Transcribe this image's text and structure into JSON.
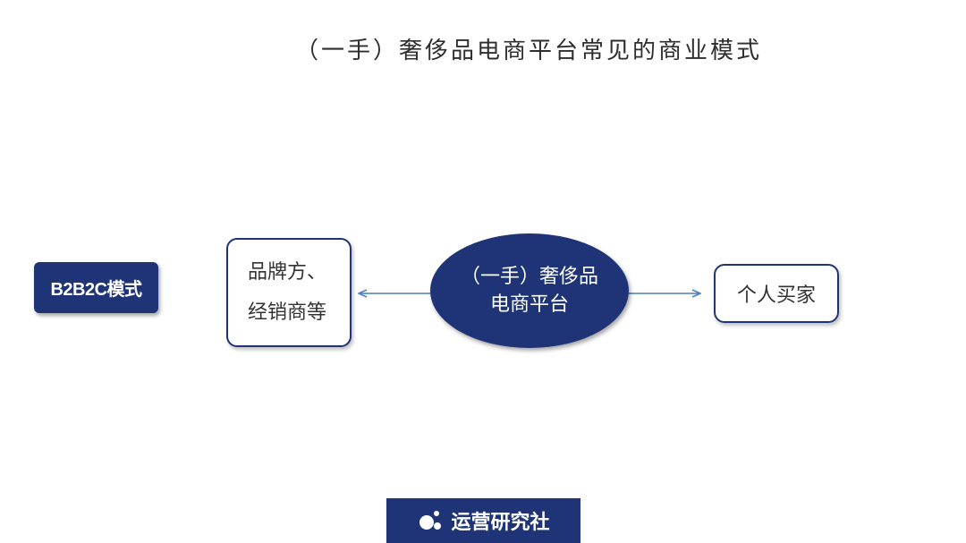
{
  "slide": {
    "title": "（一手）奢侈品电商平台常见的商业模式"
  },
  "model_badge": {
    "label": "B2B2C模式"
  },
  "diagram": {
    "left_box": {
      "line1": "品牌方、",
      "line2": "经销商等"
    },
    "center_node": {
      "line1": "（一手）奢侈品",
      "line2": "电商平台"
    },
    "right_box": {
      "label": "个人买家"
    }
  },
  "footer": {
    "logo_icon": "chat-bubble-dots-icon",
    "logo_text": "运营研究社"
  },
  "colors": {
    "navy": "#1f3477",
    "arrow": "#4a7cc0",
    "text": "#333333",
    "background": "#ffffff"
  }
}
